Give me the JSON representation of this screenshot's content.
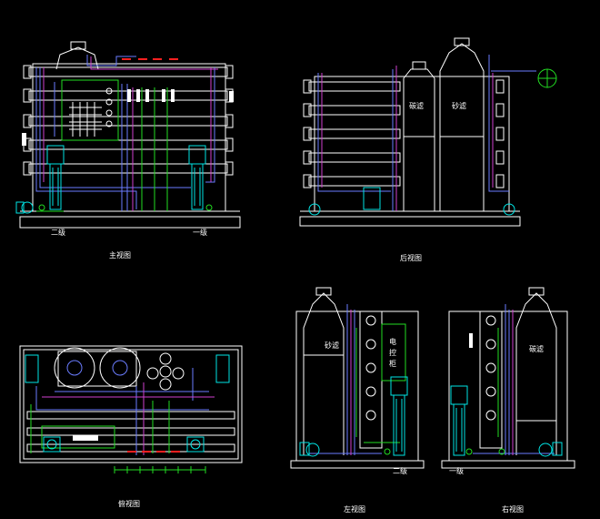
{
  "views": {
    "front": "主视图",
    "back": "后视图",
    "top": "俯视图",
    "left": "左视图",
    "right": "右视图"
  },
  "labels": {
    "stage_two": "二级",
    "stage_one": "一级",
    "sand_filter": "砂滤",
    "carbon_filter": "碳滤",
    "control_cabinet": "电控柜"
  },
  "colors": {
    "background": "#000000",
    "frame": "#ffffff",
    "pipe_blue": "#6a7cff",
    "pipe_magenta": "#d040d0",
    "pipe_green": "#22dd22",
    "pump_cyan": "#00e5e5",
    "marker_red": "#ff2020"
  }
}
